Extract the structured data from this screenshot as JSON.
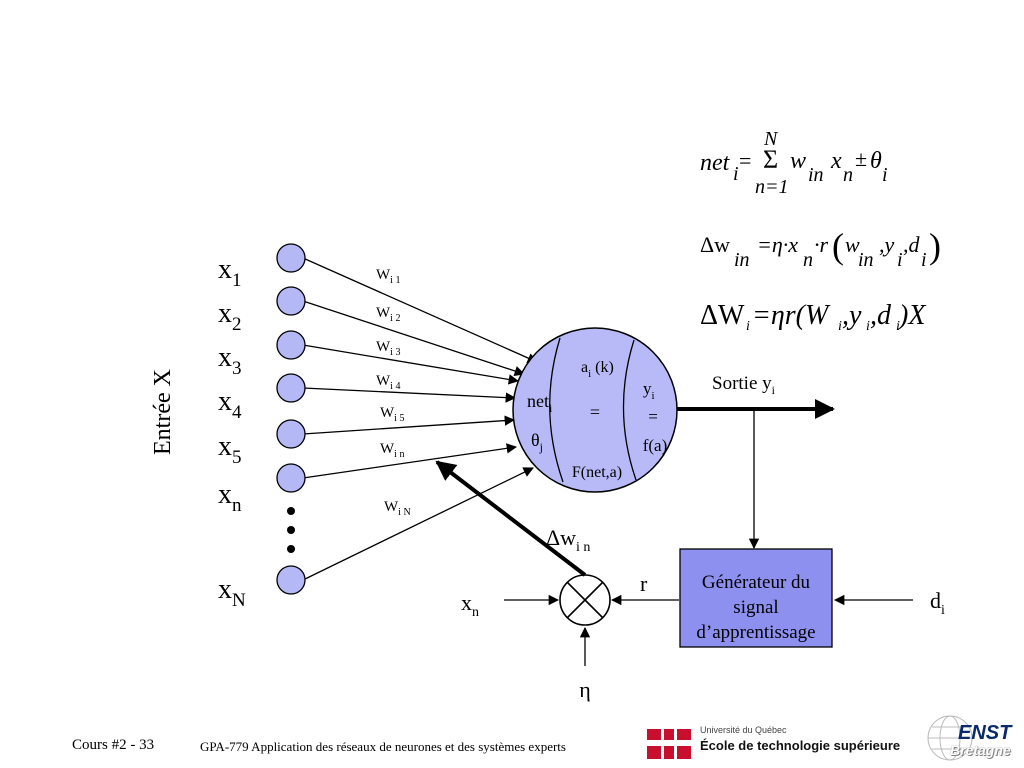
{
  "inputs": {
    "axis_label": "Entrée X",
    "nodes": [
      {
        "base": "x",
        "sub": "1"
      },
      {
        "base": "x",
        "sub": "2"
      },
      {
        "base": "x",
        "sub": "3"
      },
      {
        "base": "x",
        "sub": "4"
      },
      {
        "base": "x",
        "sub": "5"
      },
      {
        "base": "x",
        "sub": "n"
      },
      {
        "base": "x",
        "sub": "N"
      }
    ]
  },
  "weights": [
    {
      "base": "W",
      "sub": "i 1"
    },
    {
      "base": "W",
      "sub": "i 2"
    },
    {
      "base": "W",
      "sub": "i 3"
    },
    {
      "base": "W",
      "sub": "i 4"
    },
    {
      "base": "W",
      "sub": "i 5"
    },
    {
      "base": "W",
      "sub": "i n"
    },
    {
      "base": "W",
      "sub": "i N"
    }
  ],
  "neuron": {
    "net": {
      "base": "net",
      "sub": "i"
    },
    "theta": {
      "base": "θ",
      "sub": "j"
    },
    "activation": {
      "base": "a",
      "sub": "i",
      "suffix": " (k)"
    },
    "equals": "=",
    "fnet": "F(net,a)",
    "output_y": {
      "base": "y",
      "sub": "i"
    },
    "output_f": "f(a)"
  },
  "output": {
    "label": "Sortie y",
    "sub": "i"
  },
  "generator": {
    "line1": "Générateur du",
    "line2": "signal",
    "line3": "d’apprentissage"
  },
  "learning": {
    "delta_w": {
      "base": "Δw",
      "sub": "i n"
    },
    "r": "r",
    "xn": {
      "base": "x",
      "sub": "n"
    },
    "eta": "η",
    "di": {
      "base": "d",
      "sub": "i"
    }
  },
  "equations": {
    "eq1": {
      "lhs": "net",
      "lhs_sub": "i",
      "eq": "=",
      "sigma": "Σ",
      "top": "N",
      "bottom": "n=1",
      "body": "w",
      "w_sub": "in",
      "x": "x",
      "x_sub": "n",
      "pm": "±",
      "theta": "θ",
      "theta_sub": "i"
    },
    "eq2": {
      "text": "Δw",
      "sub": "in",
      "rest": "=η·x",
      "x_sub": "n",
      "rest2": "·r",
      "paren_open": "(",
      "w": "w",
      "w_sub": "in",
      "comma1": ",y",
      "y_sub": "i",
      "comma2": ",d",
      "d_sub": "i",
      "paren_close": ")"
    },
    "eq3": {
      "text": "ΔW",
      "w_sub": "i",
      "eq": "=ηr(W",
      "w2_sub": "i",
      "y": ",y",
      "y_sub": "i",
      "d": ",d",
      "d_sub": "i",
      "end": ")X"
    }
  },
  "footer": {
    "course": "Cours #2 - 33",
    "title": "GPA-779  Application des réseaux de neurones et des systèmes experts"
  },
  "logos": {
    "ets_univ": "Université du Québec",
    "ets_name": "École de technologie supérieure",
    "enst": "ENST",
    "bretagne": "Bretagne"
  },
  "colors": {
    "node_fill": "#b4b8f5",
    "neuron_fill": "#b8baf7",
    "generator_fill": "#8e90f0",
    "stroke": "#000000"
  }
}
